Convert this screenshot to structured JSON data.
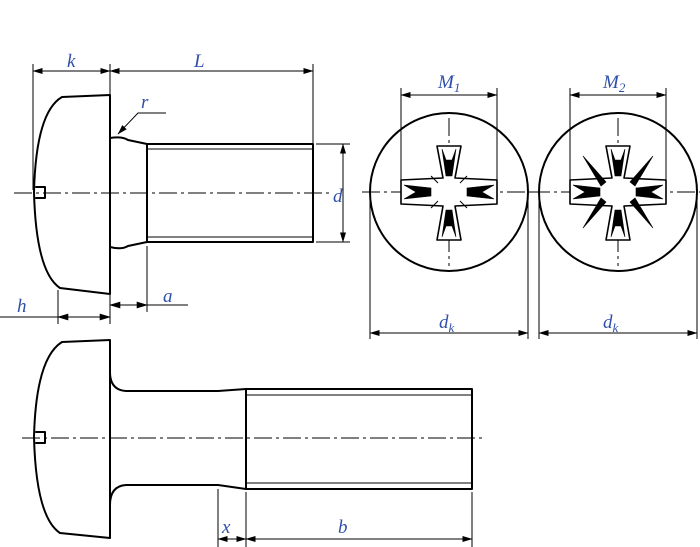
{
  "labels": {
    "k": "k",
    "L": "L",
    "r": "r",
    "d": "d",
    "h": "h",
    "a": "a",
    "M1_main": "M",
    "M1_sub": "1",
    "M2_main": "M",
    "M2_sub": "2",
    "dk1_main": "d",
    "dk1_sub": "k",
    "dk2_main": "d",
    "dk2_sub": "k",
    "x": "x",
    "b": "b"
  },
  "colors": {
    "label": "#2F4FA8",
    "line": "#000000"
  }
}
